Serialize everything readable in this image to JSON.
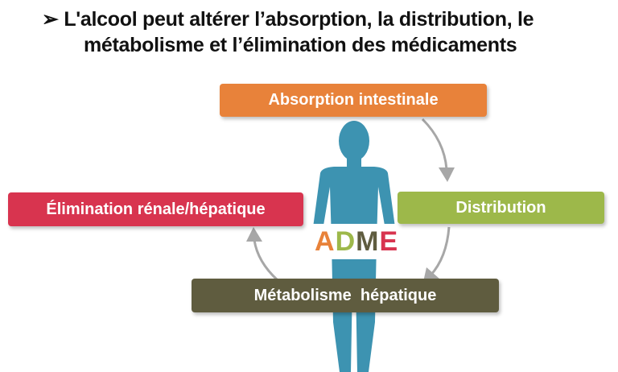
{
  "title": {
    "bullet": "➢",
    "line1": "L'alcool peut altérer l’absorption, la distribution, le",
    "line2": "métabolisme et l’élimination des médicaments"
  },
  "steps": {
    "absorption": {
      "label": "Absorption intestinale",
      "color": "#E8823A"
    },
    "distribution": {
      "label": "Distribution",
      "color": "#9DB84A"
    },
    "metabolisme": {
      "label": "Métabolisme  hépatique",
      "color": "#5F5C3F"
    },
    "elimination": {
      "label": "Élimination rénale/hépatique",
      "color": "#D8344F"
    }
  },
  "adme": {
    "letters": [
      "A",
      "D",
      "M",
      "E"
    ],
    "colors": [
      "#E8823A",
      "#9DB84A",
      "#5F5C3F",
      "#D8344F"
    ]
  },
  "body_color": "#3D93B1"
}
